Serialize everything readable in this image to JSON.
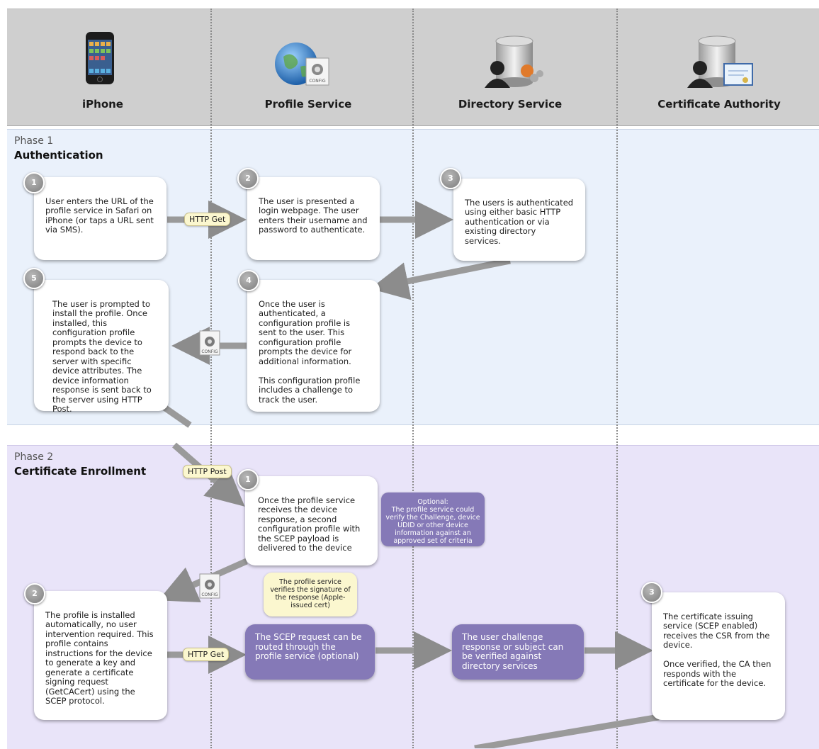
{
  "header": {
    "columns": [
      {
        "label": "iPhone",
        "icon": "iphone-icon"
      },
      {
        "label": "Profile Service",
        "icon": "globe-config-icon"
      },
      {
        "label": "Directory Service",
        "icon": "directory-server-icon"
      },
      {
        "label": "Certificate Authority",
        "icon": "certificate-server-icon"
      }
    ],
    "config_icon_label": "CONFIG"
  },
  "phase1": {
    "number": "Phase 1",
    "title": "Authentication",
    "steps": [
      {
        "n": "1",
        "text": "User enters the URL of the profile service in Safari on iPhone (or taps a URL sent via SMS)."
      },
      {
        "n": "2",
        "text": "The user is presented a login webpage. The user enters their username and password to authenticate."
      },
      {
        "n": "3",
        "text": "The users is authenticated using either basic HTTP authentication or via existing directory services."
      },
      {
        "n": "4",
        "text": "Once the user is authenticated, a configuration profile is sent to the user. This configuration profile prompts the device for additional information.\n\nThis configuration profile includes a challenge to track the user."
      },
      {
        "n": "5",
        "text": "The user is prompted to install the profile. Once installed, this configuration profile prompts the device to respond back to the server with specific device attributes. The device information response is sent back to the server using HTTP Post."
      }
    ],
    "tag_http_get": "HTTP Get"
  },
  "phase2": {
    "number": "Phase 2",
    "title": "Certificate Enrollment",
    "tag_http_post": "HTTP Post",
    "tag_http_get": "HTTP Get",
    "steps": [
      {
        "n": "1",
        "text": "Once the profile service receives the device response, a second configuration profile with the SCEP payload is delivered to the device"
      },
      {
        "n": "2",
        "text": "The profile is installed automatically, no user intervention required. This profile contains instructions for the device to generate a key and generate a certificate signing request (GetCACert) using the SCEP protocol."
      },
      {
        "n": "3",
        "text": "The certificate issuing service (SCEP enabled) receives the CSR from the device.\n\nOnce verified, the CA then responds with the certificate for the device."
      }
    ],
    "optional_callout": "Optional:\nThe profile service could verify the Challenge, device UDID or other device information against an approved set of criteria",
    "signature_callout": "The profile service verifies the signature of the response (Apple-issued cert)",
    "scep_route": "The SCEP request can be routed through the profile service (optional)",
    "challenge_verify": "The user challenge response or subject can be verified against directory services"
  }
}
